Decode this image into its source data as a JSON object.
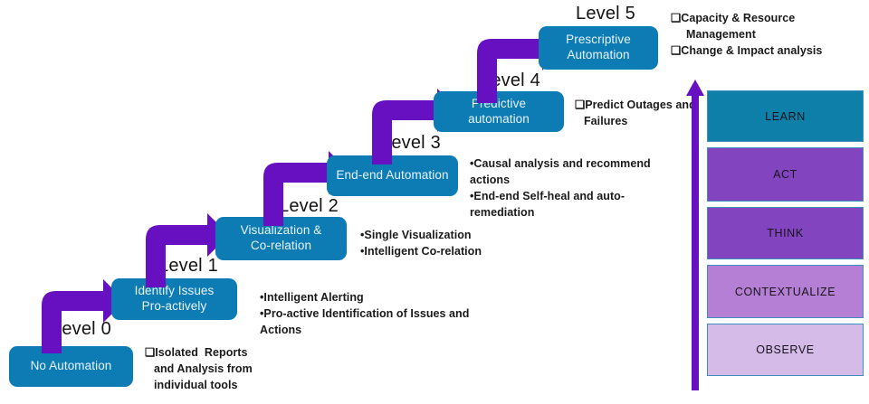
{
  "palette": {
    "box_blue": "#0D7CB5",
    "arrow_purple": "#6710C2",
    "band_teal": "#0E7FA8",
    "band_purple": "#8344C0",
    "band_purple_light": "#B57FD6",
    "band_lavender": "#D4BBE8",
    "band_border": "#3E8FBF",
    "text_dark": "#141414",
    "box_text": "#E8F3FA"
  },
  "stages": [
    {
      "id": "level-0",
      "level_label": "Level 0",
      "box_label": "No Automation",
      "notes": [
        "❑Isolated  Reports",
        "and Analysis from",
        "individual tools"
      ]
    },
    {
      "id": "level-1",
      "level_label": "Level 1",
      "box_label": "Identify Issues\nPro-actively",
      "notes": [
        "•Intelligent Alerting",
        "•Pro-active Identification of Issues and",
        "Actions"
      ]
    },
    {
      "id": "level-2",
      "level_label": "Level 2",
      "box_label": "Visualization &\nCo-relation",
      "notes": [
        "•Single Visualization",
        "•Intelligent Co-relation"
      ]
    },
    {
      "id": "level-3",
      "level_label": "Level 3",
      "box_label": "End-end Automation",
      "notes": [
        "•Causal analysis and recommend",
        "actions",
        "•End-end Self-heal and auto-",
        "remediation"
      ]
    },
    {
      "id": "level-4",
      "level_label": "Level 4",
      "box_label": "Predictive\nautomation",
      "notes": [
        "❑Predict Outages and",
        "Failures"
      ]
    },
    {
      "id": "level-5",
      "level_label": "Level 5",
      "box_label": "Prescriptive\nAutomation",
      "notes": [
        "❑Capacity & Resource",
        "  Management",
        "❑Change & Impact analysis"
      ]
    }
  ],
  "capability_stack": {
    "arrow_direction": "up",
    "bands": [
      {
        "label": "LEARN",
        "color": "#0E7FA8",
        "height": 57
      },
      {
        "label": "ACT",
        "color": "#8344C0",
        "height": 60
      },
      {
        "label": "THINK",
        "color": "#8344C0",
        "height": 58
      },
      {
        "label": "CONTEXTUALIZE",
        "color": "#B57FD6",
        "height": 59
      },
      {
        "label": "OBSERVE",
        "color": "#D4BBE8",
        "height": 58
      }
    ]
  }
}
